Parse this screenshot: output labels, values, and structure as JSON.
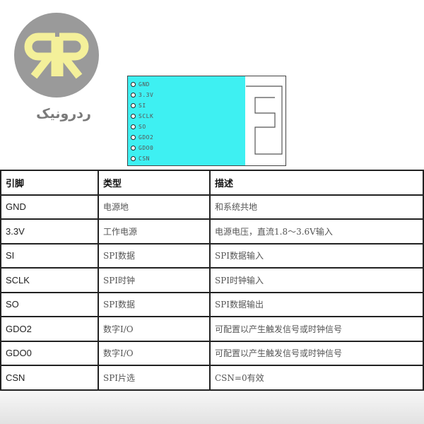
{
  "logo": {
    "letters": "RR",
    "text": "ردرونیک",
    "colors": {
      "circle": "#9a9a9a",
      "letters": "#f4f09a",
      "text": "#7a7a7a"
    }
  },
  "module": {
    "pins": [
      "GND",
      "3.3V",
      "SI",
      "SCLK",
      "SO",
      "GDO2",
      "GDO0",
      "CSN"
    ],
    "chip_color": "#3ef0f2"
  },
  "table": {
    "headers": [
      "引脚",
      "类型",
      "描述"
    ],
    "rows": [
      [
        "GND",
        "电源地",
        "和系统共地"
      ],
      [
        "3.3V",
        "工作电源",
        "电源电压，直流1.8～3.6V输入"
      ],
      [
        "SI",
        "SPI数据",
        "SPI数据输入"
      ],
      [
        "SCLK",
        "SPI时钟",
        "SPI时钟输入"
      ],
      [
        "SO",
        "SPI数据",
        "SPI数据输出"
      ],
      [
        "GDO2",
        "数字I/O",
        "可配置以产生触发信号或时钟信号"
      ],
      [
        "GDO0",
        "数字I/O",
        "可配置以产生触发信号或时钟信号"
      ],
      [
        "CSN",
        "SPI片选",
        "CSN=0有效"
      ]
    ]
  }
}
